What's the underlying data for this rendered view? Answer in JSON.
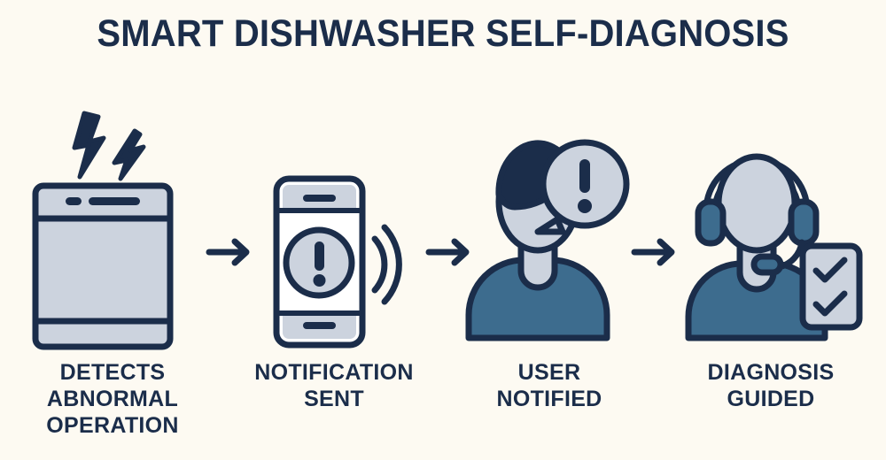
{
  "title": "SMART DISHWASHER SELF-DIAGNOSIS",
  "colors": {
    "background": "#fdfaf2",
    "navy": "#1b2d4a",
    "light_panel": "#ccd3de",
    "steel_blue": "#3d6c8e",
    "white": "#ffffff"
  },
  "steps": [
    {
      "index": 1,
      "icon": "dishwasher-alert-icon",
      "label": "DETECTS\nABNORMAL\nOPERATION"
    },
    {
      "index": 2,
      "icon": "smartphone-notification-icon",
      "label": "NOTIFICATION\nSENT"
    },
    {
      "index": 3,
      "icon": "user-alert-bubble-icon",
      "label": "USER\nNOTIFIED"
    },
    {
      "index": 4,
      "icon": "support-agent-checklist-icon",
      "label": "DIAGNOSIS\nGUIDED"
    }
  ],
  "arrows": [
    {
      "index": 1,
      "icon": "arrow-right-icon"
    },
    {
      "index": 2,
      "icon": "arrow-right-icon"
    },
    {
      "index": 3,
      "icon": "arrow-right-icon"
    }
  ],
  "chart_data": {
    "type": "diagram",
    "title": "SMART DISHWASHER SELF-DIAGNOSIS",
    "flow": "linear-left-to-right",
    "nodes": [
      "DETECTS ABNORMAL OPERATION",
      "NOTIFICATION SENT",
      "USER NOTIFIED",
      "DIAGNOSIS GUIDED"
    ],
    "connectors": [
      "arrow",
      "arrow",
      "arrow"
    ]
  }
}
